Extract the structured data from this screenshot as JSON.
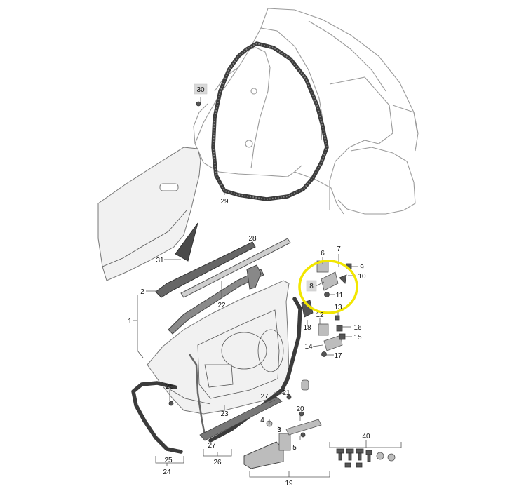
{
  "diagram": {
    "highlight_color": "#f2e600",
    "highlighted_part": "8",
    "callouts": [
      {
        "id": "c30",
        "label": "30"
      },
      {
        "id": "c29",
        "label": "29"
      },
      {
        "id": "c31",
        "label": "31"
      },
      {
        "id": "c2",
        "label": "2"
      },
      {
        "id": "c1",
        "label": "1"
      },
      {
        "id": "c22",
        "label": "22"
      },
      {
        "id": "c28",
        "label": "28"
      },
      {
        "id": "c6",
        "label": "6"
      },
      {
        "id": "c7",
        "label": "7"
      },
      {
        "id": "c9",
        "label": "9"
      },
      {
        "id": "c10",
        "label": "10"
      },
      {
        "id": "c8",
        "label": "8"
      },
      {
        "id": "c11",
        "label": "11"
      },
      {
        "id": "c13",
        "label": "13"
      },
      {
        "id": "c12",
        "label": "12"
      },
      {
        "id": "c18",
        "label": "18"
      },
      {
        "id": "c16",
        "label": "16"
      },
      {
        "id": "c15",
        "label": "15"
      },
      {
        "id": "c14",
        "label": "14"
      },
      {
        "id": "c17",
        "label": "17"
      },
      {
        "id": "c25a",
        "label": "25"
      },
      {
        "id": "c23",
        "label": "23"
      },
      {
        "id": "c21",
        "label": "21"
      },
      {
        "id": "c27a",
        "label": "27"
      },
      {
        "id": "c20",
        "label": "20"
      },
      {
        "id": "c4",
        "label": "4"
      },
      {
        "id": "c3",
        "label": "3"
      },
      {
        "id": "c5",
        "label": "5"
      },
      {
        "id": "c27b",
        "label": "27"
      },
      {
        "id": "c26",
        "label": "26"
      },
      {
        "id": "c19",
        "label": "19"
      },
      {
        "id": "c40",
        "label": "40"
      },
      {
        "id": "c25b",
        "label": "25"
      },
      {
        "id": "c24",
        "label": "24"
      }
    ]
  }
}
